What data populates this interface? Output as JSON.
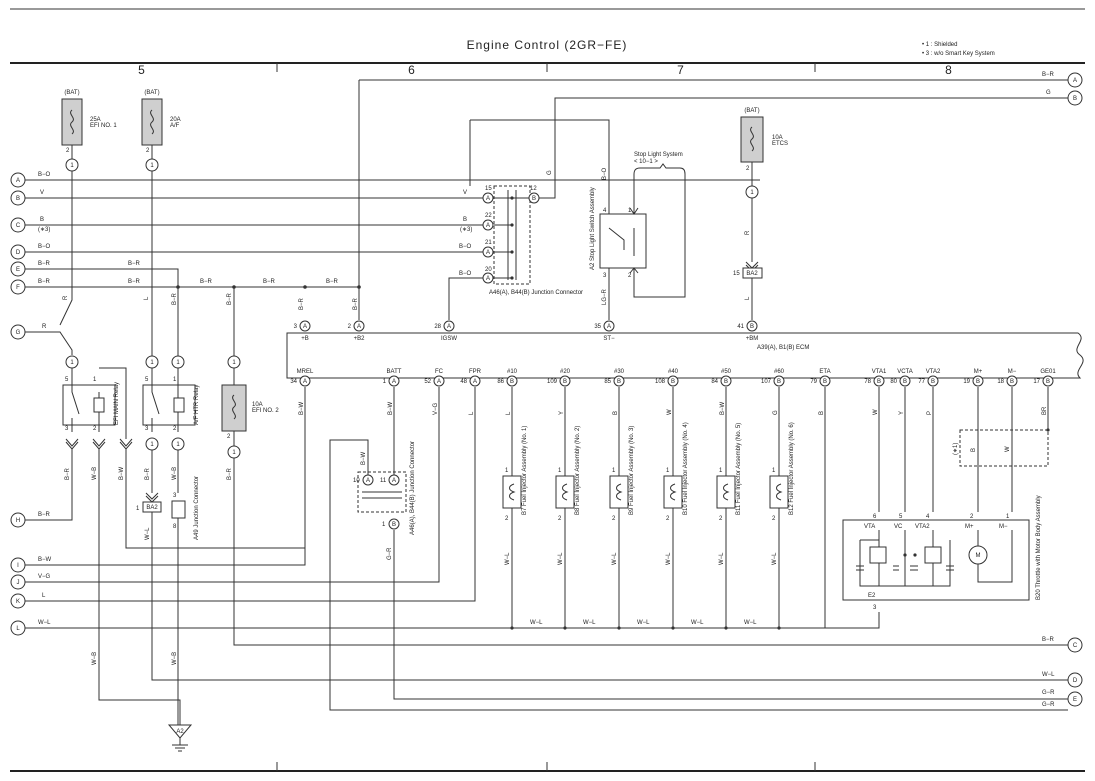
{
  "title": "Engine Control (2GR−FE)",
  "notes": [
    "• 1 : Shielded",
    "• 3 : w/o Smart Key System"
  ],
  "sections": [
    "5",
    "6",
    "7",
    "8"
  ],
  "fuses": [
    {
      "source": "(BAT)",
      "amps": "25A",
      "name": "EFI NO. 1",
      "pin": "2",
      "conn": "1"
    },
    {
      "source": "(BAT)",
      "amps": "20A",
      "name": "A/F",
      "pin": "2",
      "conn": "1"
    },
    {
      "source": "(BAT)",
      "amps": "10A",
      "name": "ETCS",
      "pin": "2",
      "conn": "1"
    },
    {
      "amps": "10A",
      "name": "EFI NO. 2",
      "pin": "2",
      "conn": "1"
    }
  ],
  "left_connectors": [
    {
      "id": "A",
      "wire": "B−O"
    },
    {
      "id": "B",
      "wire": "V"
    },
    {
      "id": "C",
      "wire": "B"
    },
    {
      "id": "D",
      "wire": "B−O"
    },
    {
      "id": "E",
      "wire": "B−R"
    },
    {
      "id": "F",
      "wire": "B−R"
    },
    {
      "id": "G",
      "wire": "R"
    },
    {
      "id": "H",
      "wire": "B−R"
    },
    {
      "id": "I",
      "wire": "B−W"
    },
    {
      "id": "J",
      "wire": "V−G"
    },
    {
      "id": "K",
      "wire": "L"
    },
    {
      "id": "L",
      "wire": "W−L"
    }
  ],
  "right_connectors": [
    {
      "id": "A",
      "wire": "B−R"
    },
    {
      "id": "B",
      "wire": "G"
    },
    {
      "id": "C",
      "wire": "B−R"
    },
    {
      "id": "D",
      "wire": "W−L"
    },
    {
      "id": "E",
      "wire": "G−R"
    }
  ],
  "labels": {
    "shielded_note": "(∗3)",
    "efi_main_relay": "EFI MAIN Relay",
    "af_htr_relay": "A/F HTR Relay",
    "junction_connector": "A46(A), B44(B) Junction Connector",
    "jc_pins": [
      "15",
      "12",
      "22",
      "21",
      "20"
    ],
    "jc_pin_letters": [
      "A",
      "B",
      "A",
      "A",
      "A"
    ],
    "stop_light_system": "Stop Light System",
    "stop_light_ref": "< 10−1 >",
    "stop_switch": "A2 Stop Light Switch Assembly",
    "stop_switch_pins": [
      "4",
      "1",
      "3",
      "2"
    ],
    "ba2": "BA2",
    "ba2_pin_right": "15",
    "ba2_pin_left": "1",
    "a49": "A49 Junction Connector",
    "a49_pins": [
      "3",
      "8"
    ],
    "jc2": "A46(A), B44(B) Junction Connector",
    "jc2_pins": [
      "10",
      "11",
      "1"
    ],
    "jc2_pin_letters": [
      "A",
      "A",
      "B"
    ],
    "ecm": "A39(A), B1(B) ECM",
    "throttle": "B20 Throttle with Motor Body Assembly",
    "ground": "A2",
    "shield_box": "(∗1)"
  },
  "relay_pins": [
    "5",
    "1",
    "3",
    "2"
  ],
  "ecm_top_pins": [
    {
      "pin": "3",
      "conn": "A",
      "name": "+B",
      "wire": "B−R"
    },
    {
      "pin": "2",
      "conn": "A",
      "name": "+B2",
      "wire": "B−R"
    },
    {
      "pin": "28",
      "conn": "A",
      "name": "IGSW",
      "wire": ""
    },
    {
      "pin": "35",
      "conn": "A",
      "name": "ST−",
      "wire": "LG−R"
    },
    {
      "pin": "41",
      "conn": "B",
      "name": "+BM",
      "wire": "L"
    }
  ],
  "ecm_bottom_pins": [
    {
      "pin": "34",
      "conn": "A",
      "name": "MREL",
      "wire": "B−W"
    },
    {
      "pin": "1",
      "conn": "A",
      "name": "BATT",
      "wire": "B−W"
    },
    {
      "pin": "52",
      "conn": "A",
      "name": "FC",
      "wire": "V−G"
    },
    {
      "pin": "48",
      "conn": "A",
      "name": "FPR",
      "wire": "L"
    },
    {
      "pin": "86",
      "conn": "B",
      "name": "#10",
      "wire": "L"
    },
    {
      "pin": "109",
      "conn": "B",
      "name": "#20",
      "wire": "Y"
    },
    {
      "pin": "85",
      "conn": "B",
      "name": "#30",
      "wire": "B"
    },
    {
      "pin": "108",
      "conn": "B",
      "name": "#40",
      "wire": "W"
    },
    {
      "pin": "84",
      "conn": "B",
      "name": "#50",
      "wire": "B−W"
    },
    {
      "pin": "107",
      "conn": "B",
      "name": "#60",
      "wire": "G"
    },
    {
      "pin": "79",
      "conn": "B",
      "name": "ETA",
      "wire": "B"
    },
    {
      "pin": "78",
      "conn": "B",
      "name": "VTA1",
      "wire": "W"
    },
    {
      "pin": "80",
      "conn": "B",
      "name": "VCTA",
      "wire": "Y"
    },
    {
      "pin": "77",
      "conn": "B",
      "name": "VTA2",
      "wire": "P"
    },
    {
      "pin": "19",
      "conn": "B",
      "name": "M+",
      "wire": ""
    },
    {
      "pin": "18",
      "conn": "B",
      "name": "M−",
      "wire": ""
    },
    {
      "pin": "17",
      "conn": "B",
      "name": "GE01",
      "wire": "BR"
    }
  ],
  "injectors": [
    {
      "id": "B7",
      "label": "Fuel Injector Assembly (No. 1)"
    },
    {
      "id": "B8",
      "label": "Fuel Injector Assembly (No. 2)"
    },
    {
      "id": "B9",
      "label": "Fuel Injector Assembly (No. 3)"
    },
    {
      "id": "B10",
      "label": "Fuel Injector Assembly (No. 4)"
    },
    {
      "id": "B11",
      "label": "Fuel Injector Assembly (No. 5)"
    },
    {
      "id": "B12",
      "label": "Fuel Injector Assembly (No. 6)"
    }
  ],
  "throttle_pins": [
    {
      "pin": "6",
      "name": "VTA"
    },
    {
      "pin": "5",
      "name": "VC"
    },
    {
      "pin": "4",
      "name": "VTA2"
    },
    {
      "pin": "2",
      "name": "M+"
    },
    {
      "pin": "1",
      "name": "M−"
    },
    {
      "pin": "3",
      "name": "E2"
    }
  ],
  "wire_colors": {
    "inj_pin_top": "1",
    "inj_pin_bot": "2",
    "wl": "W−L",
    "wb": "W−B",
    "br": "B−R",
    "bw": "B−W",
    "r": "R",
    "l": "L",
    "gr": "G−R",
    "b": "B",
    "w": "W",
    "g": "G",
    "bo": "B−O",
    "v": "V",
    "lgr": "LG−R"
  },
  "motor": "M",
  "legend_wire_labels": [
    "B−R",
    "B−R",
    "B−R",
    "B−R",
    "B−R",
    "B−R",
    "W−L",
    "W−L",
    "W−L",
    "W−L",
    "W−L"
  ]
}
